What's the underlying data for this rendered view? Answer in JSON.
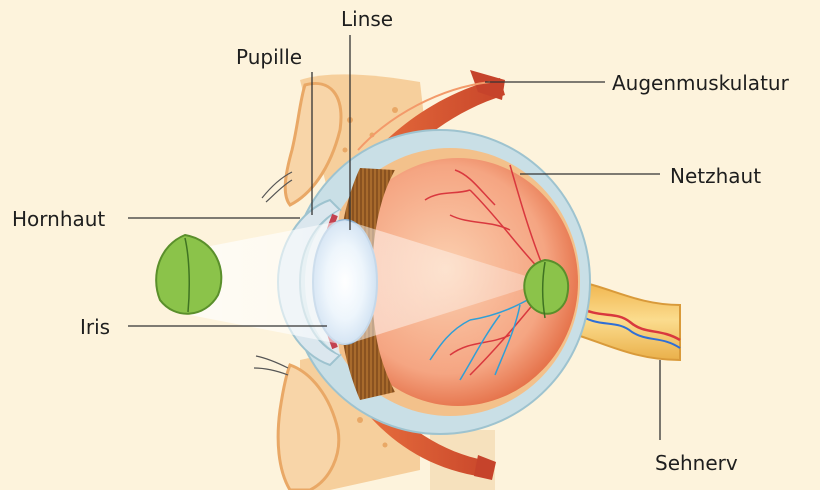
{
  "labels": {
    "linse": "Linse",
    "pupille": "Pupille",
    "augenmuskulatur": "Augenmuskulatur",
    "netzhaut": "Netzhaut",
    "hornhaut": "Hornhaut",
    "iris": "Iris",
    "sehnerv": "Sehnerv"
  },
  "colors": {
    "background": "#fdf3dc",
    "sclera": "#c9dfe6",
    "vitreous": "#f2a584",
    "muscle": "#d2552f",
    "leaf": "#8bc34a",
    "blood_vessels": "#d9383e",
    "veins": "#2f9fd6",
    "lens": "#cfe6f7"
  },
  "icons": [
    "leaf-object-icon",
    "inverted-leaf-image-icon"
  ]
}
